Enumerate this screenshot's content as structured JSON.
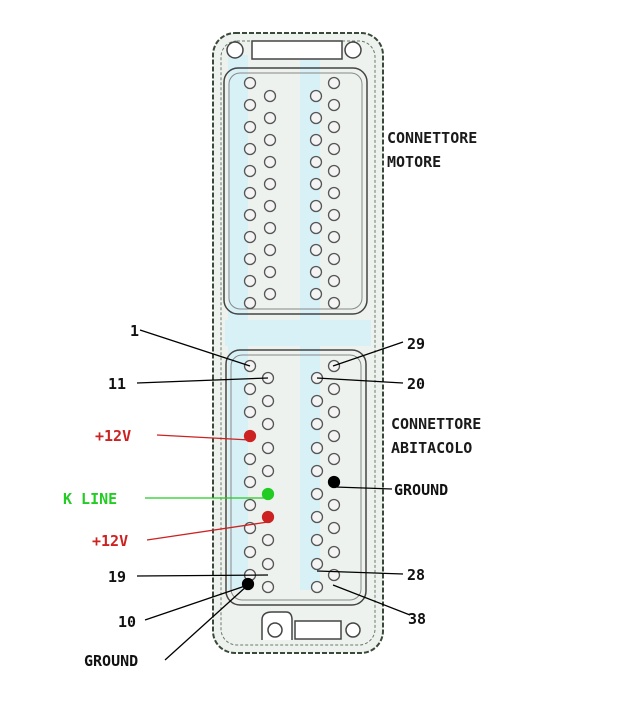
{
  "connectors": {
    "engine": {
      "line1": "CONNETTORE",
      "line2": "MOTORE"
    },
    "cabin": {
      "line1": "CONNETTORE",
      "line2": "ABITACOLO"
    }
  },
  "pin_labels": {
    "p1": "1",
    "p29": "29",
    "p11": "11",
    "p20": "20",
    "p19": "19",
    "p28": "28",
    "p10": "10",
    "p38": "38"
  },
  "signals": {
    "plus12_a": "+12V",
    "plus12_b": "+12V",
    "kline": "K LINE",
    "ground_right": "GROUND",
    "ground_bottom": "GROUND"
  },
  "colors": {
    "plus12": "#cc2222",
    "kline": "#22cc22",
    "ground": "#000000",
    "housing_border": "#3a4a3a",
    "housing_fill": "#eef2ee",
    "channel": "#d8f1f6",
    "pin_fill": "#f4f4f4",
    "pin_stroke": "#555555"
  }
}
